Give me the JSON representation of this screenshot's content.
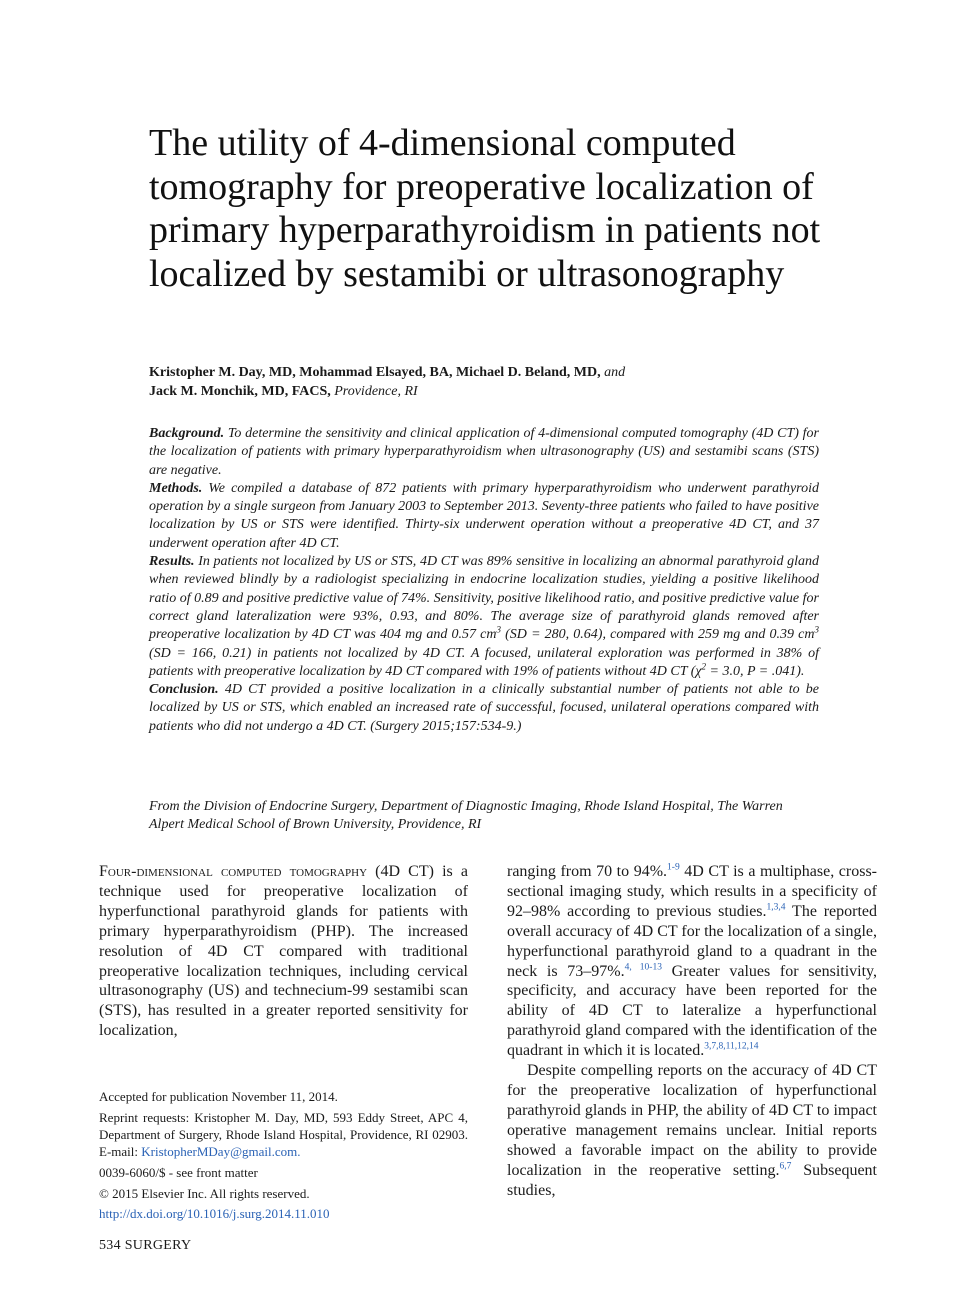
{
  "title": "The utility of 4-dimensional computed tomography for preoperative localization of primary hyperparathyroidism in patients not localized by sestamibi or ultrasonography",
  "authors": {
    "line1_names": "Kristopher M. Day, MD, Mohammad Elsayed, BA, Michael D. Beland, MD,",
    "line1_and": "and",
    "line2_names": "Jack M. Monchik, MD, FACS,",
    "location": "Providence, RI"
  },
  "abstract": {
    "background_label": "Background.",
    "background_text": "To determine the sensitivity and clinical application of 4-dimensional computed tomography (4D CT) for the localization of patients with primary hyperparathyroidism when ultrasonography (US) and sestamibi scans (STS) are negative.",
    "methods_label": "Methods.",
    "methods_text": "We compiled a database of 872 patients with primary hyperparathyroidism who underwent parathyroid operation by a single surgeon from January 2003 to September 2013. Seventy-three patients who failed to have positive localization by US or STS were identified. Thirty-six underwent operation without a preoperative 4D CT, and 37 underwent operation after 4D CT.",
    "results_label": "Results.",
    "results_text_1": "In patients not localized by US or STS, 4D CT was 89% sensitive in localizing an abnormal parathyroid gland when reviewed blindly by a radiologist specializing in endocrine localization studies, yielding a positive likelihood ratio of 0.89 and positive predictive value of 74%. Sensitivity, positive likelihood ratio, and positive predictive value for correct gland lateralization were 93%, 0.93, and 80%. The average size of parathyroid glands removed after preoperative localization by 4D CT was 404 mg and 0.57 cm",
    "results_sup_1": "3",
    "results_text_2": " (SD = 280, 0.64), compared with 259 mg and 0.39 cm",
    "results_sup_2": "3",
    "results_text_3": " (SD = 166, 0.21) in patients not localized by 4D CT. A focused, unilateral exploration was performed in 38% of patients with preoperative localization by 4D CT compared with 19% of patients without 4D CT (χ",
    "results_sup_3": "2",
    "results_text_4": " = 3.0, P = .041).",
    "conclusion_label": "Conclusion.",
    "conclusion_text": "4D CT provided a positive localization in a clinically substantial number of patients not able to be localized by US or STS, which enabled an increased rate of successful, focused, unilateral operations compared with patients who did not undergo a 4D CT. (Surgery 2015;157:534-9.)"
  },
  "affiliation": "From the Division of Endocrine Surgery, Department of Diagnostic Imaging, Rhode Island Hospital, The Warren Alpert Medical School of Brown University, Providence, RI",
  "body_left": {
    "lead_smallcaps": "Four-dimensional computed tomography",
    "text": " (4D CT) is a technique used for preoperative localization of hyperfunctional parathyroid glands for patients with primary hyperparathyroidism (PHP). The increased resolution of 4D CT compared with traditional preoperative localization techniques, including cervical ultrasonography (US) and technecium-99 sestamibi scan (STS), has resulted in a greater reported sensitivity for localization,"
  },
  "body_right": {
    "p1_a": "ranging from 70 to 94%.",
    "ref_1": "1-9",
    "p1_b": " 4D CT is a multiphase, cross-sectional imaging study, which results in a specificity of 92–98% according to previous studies.",
    "ref_2": "1,3,4",
    "p1_c": " The reported overall accuracy of 4D CT for the localization of a single, hyperfunctional parathyroid gland to a quadrant in the neck is 73–97%.",
    "ref_3": "4, 10-13",
    "p1_d": " Greater values for sensitivity, specificity, and accuracy have been reported for the ability of 4D CT to lateralize a hyperfunctional parathyroid gland compared with the identification of the quadrant in which it is located.",
    "ref_4": "3,7,8,11,12,14",
    "p2_a": "Despite compelling reports on the accuracy of 4D CT for the preoperative localization of hyperfunctional parathyroid glands in PHP, the ability of 4D CT to impact operative management remains unclear. Initial reports showed a favorable impact on the ability to provide localization in the reoperative setting.",
    "ref_5": "6,7",
    "p2_b": " Subsequent studies,"
  },
  "footnotes": {
    "accepted": "Accepted for publication November 11, 2014.",
    "reprint": "Reprint requests: Kristopher M. Day, MD, 593 Eddy Street, APC 4, Department of Surgery, Rhode Island Hospital, Providence, RI 02903. E-mail:",
    "email": "KristopherMDay@gmail.com.",
    "issn": "0039-6060/$ - see front matter",
    "copyright": "© 2015 Elsevier Inc. All rights reserved.",
    "doi": "http://dx.doi.org/10.1016/j.surg.2014.11.010"
  },
  "running_footer": "534  SURGERY",
  "colors": {
    "link": "#2a62b5",
    "text": "#1a1a1a"
  }
}
